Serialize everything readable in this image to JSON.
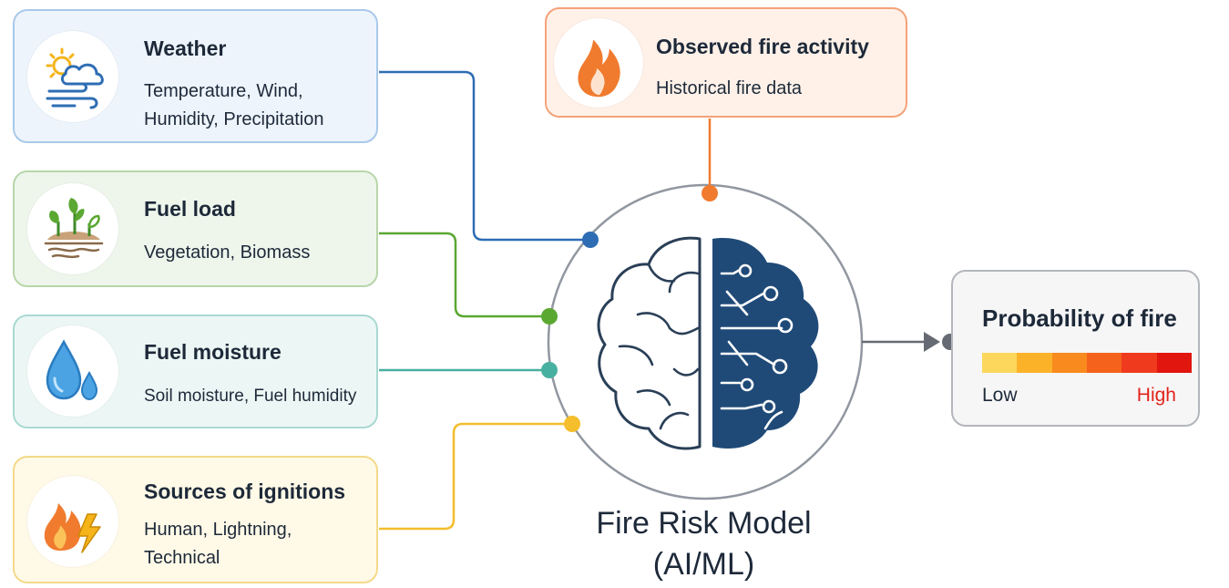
{
  "inputs": {
    "weather": {
      "title": "Weather",
      "description": "Temperature, Wind,\nHumidity, Precipitation",
      "icon": "weather-icon"
    },
    "fuel_load": {
      "title": "Fuel load",
      "description": "Vegetation, Biomass",
      "icon": "plant-soil-icon"
    },
    "fuel_moisture": {
      "title": "Fuel moisture",
      "description": "Soil moisture, Fuel humidity",
      "icon": "water-drop-icon"
    },
    "ignitions": {
      "title": "Sources of ignitions",
      "description": "Human, Lightning,\nTechnical",
      "icon": "fire-lightning-icon"
    },
    "observed": {
      "title": "Observed fire activity",
      "description": "Historical fire data",
      "icon": "flame-icon"
    }
  },
  "model": {
    "title": "Fire Risk Model\n(AI/ML)",
    "icon": "brain-circuit-icon"
  },
  "output": {
    "title": "Probability of fire",
    "low_label": "Low",
    "high_label": "High",
    "scale_colors": [
      "#fcd75b",
      "#fbb229",
      "#f88a1e",
      "#f5621c",
      "#ef3a1e",
      "#e0160f"
    ]
  },
  "colors": {
    "weather": "#2e6db4",
    "fuel_load": "#5aa832",
    "fuel_moisture": "#48b0a0",
    "ignitions": "#f4be2c",
    "observed": "#f07b2e",
    "output": "#666b73",
    "brain_fill": "#1f4a78"
  }
}
